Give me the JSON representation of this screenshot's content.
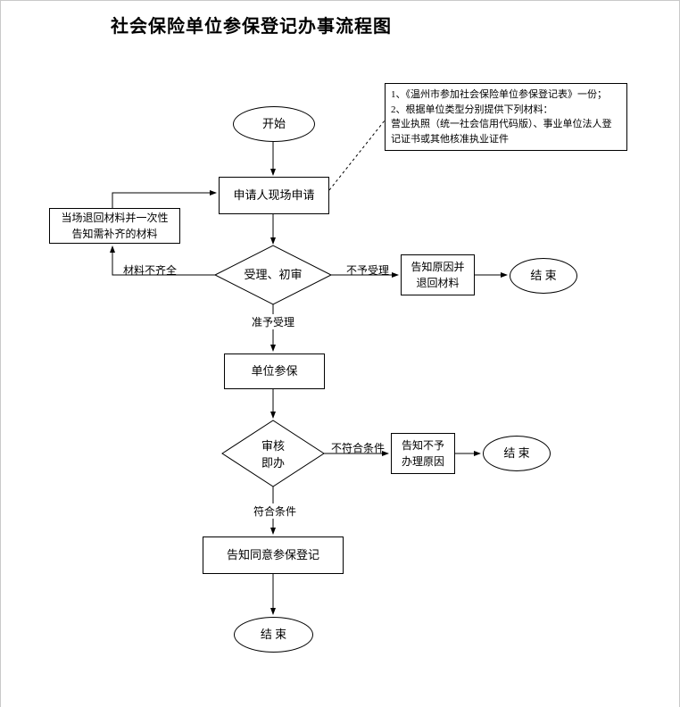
{
  "title": "社会保险单位参保登记办事流程图",
  "nodes": {
    "start": "开始",
    "apply": "申请人现场申请",
    "note": "1、《温州市参加社会保险单位参保登记表》一份；\n2、根据单位类型分别提供下列材料：\n营业执照（统一社会信用代码版）、事业单位法人登\n记证书或其他核准执业证件",
    "return_materials": "当场退回材料并一次性\n告知需补齐的材料",
    "review1": "受理、初审",
    "reject1": "告知原因并\n退回材料",
    "end1": "结 束",
    "enroll": "单位参保",
    "review2": "审核\n即办",
    "reject2": "告知不予\n办理原因",
    "end2": "结 束",
    "agree": "告知同意参保登记",
    "end3": "结 束"
  },
  "labels": {
    "incomplete": "材料不齐全",
    "not_accepted": "不予受理",
    "accepted": "准予受理",
    "not_qualified": "不符合条件",
    "qualified": "符合条件"
  }
}
